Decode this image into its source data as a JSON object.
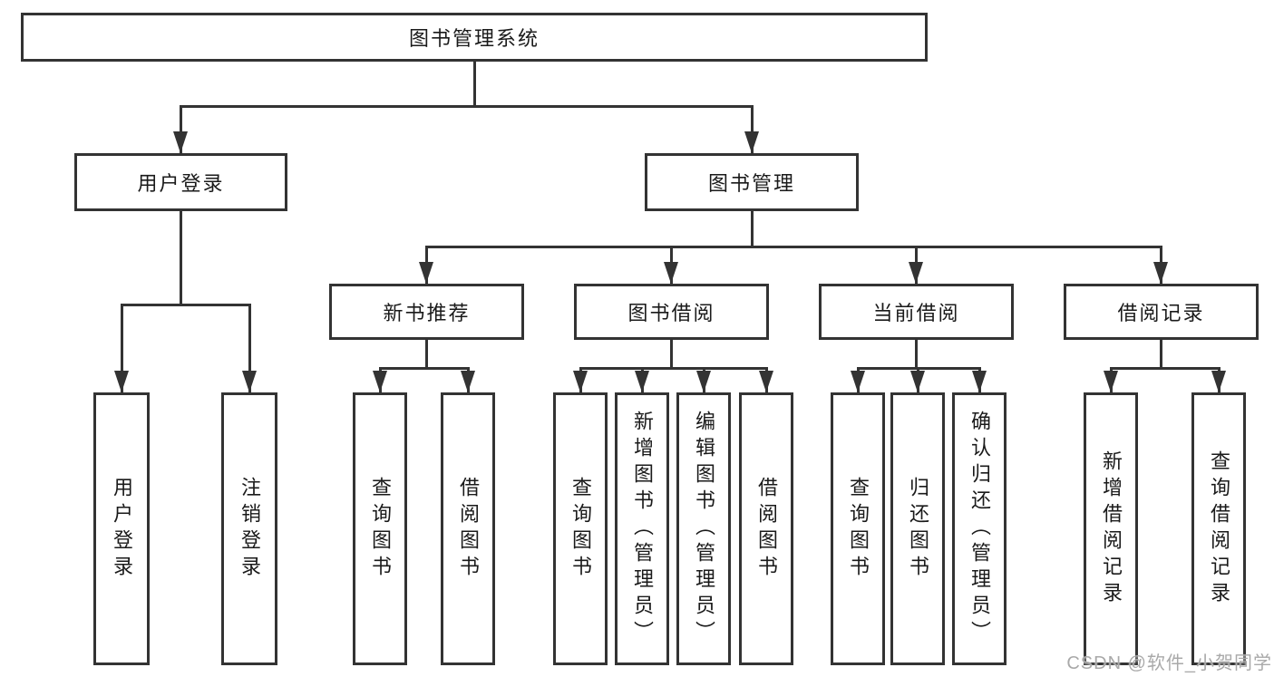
{
  "tree": {
    "label": "图书管理系统",
    "children": [
      {
        "label": "用户登录",
        "children": [
          {
            "label": "用户登录"
          },
          {
            "label": "注销登录"
          }
        ]
      },
      {
        "label": "图书管理",
        "children": [
          {
            "label": "新书推荐",
            "children": [
              {
                "label": "查询图书"
              },
              {
                "label": "借阅图书"
              }
            ]
          },
          {
            "label": "图书借阅",
            "children": [
              {
                "label": "查询图书"
              },
              {
                "label": "新增图书（管理员）"
              },
              {
                "label": "编辑图书（管理员）"
              },
              {
                "label": "借阅图书"
              }
            ]
          },
          {
            "label": "当前借阅",
            "children": [
              {
                "label": "查询图书"
              },
              {
                "label": "归还图书"
              },
              {
                "label": "确认归还（管理员）"
              }
            ]
          },
          {
            "label": "借阅记录",
            "children": [
              {
                "label": "新增借阅记录"
              },
              {
                "label": "查询借阅记录"
              }
            ]
          }
        ]
      }
    ]
  },
  "watermark": "CSDN @软件_小贺同学",
  "colors": {
    "line": "#333333",
    "text": "#1a1a1a",
    "box_fill": "#ffffff",
    "watermark": "#a9a9a9",
    "background": "#ffffff"
  }
}
